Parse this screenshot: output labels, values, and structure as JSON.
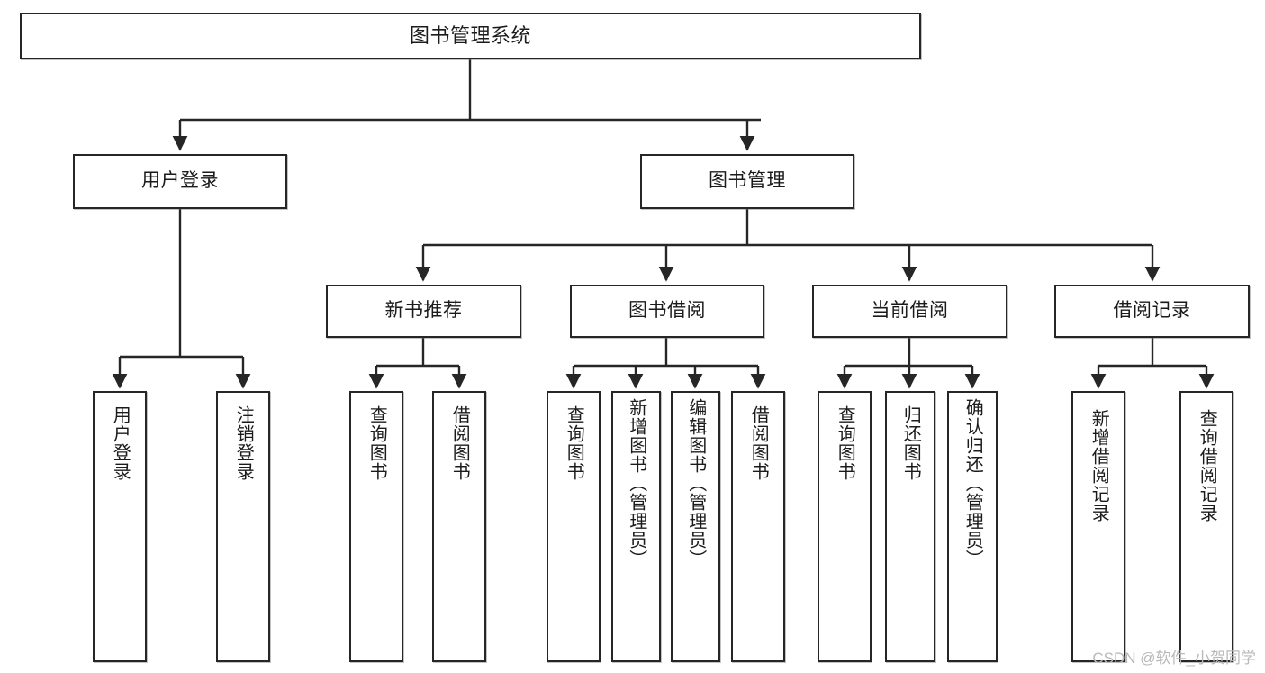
{
  "diagram": {
    "type": "tree-hierarchy-flowchart",
    "title": "图书管理系统",
    "colors": {
      "node_border": "#262626",
      "node_fill": "#ffffff",
      "edge": "#262626",
      "text": "#1b1b1b",
      "watermark": "#b9b9b9"
    },
    "nodes": {
      "root": {
        "label": "图书管理系统"
      },
      "level2": [
        {
          "id": "user-login",
          "label": "用户登录"
        },
        {
          "id": "book-manage",
          "label": "图书管理"
        }
      ],
      "level3": [
        {
          "id": "new-book-recommend",
          "label": "新书推荐"
        },
        {
          "id": "book-borrow",
          "label": "图书借阅"
        },
        {
          "id": "current-borrow",
          "label": "当前借阅"
        },
        {
          "id": "borrow-record",
          "label": "借阅记录"
        }
      ],
      "leaves": [
        {
          "id": "leaf-user-login",
          "label": "用户登录",
          "parent": "user-login"
        },
        {
          "id": "leaf-logout-login",
          "label": "注销登录",
          "parent": "user-login"
        },
        {
          "id": "leaf-query-book-1",
          "label": "查询图书",
          "parent": "new-book-recommend"
        },
        {
          "id": "leaf-borrow-book-1",
          "label": "借阅图书",
          "parent": "new-book-recommend"
        },
        {
          "id": "leaf-query-book-2",
          "label": "查询图书",
          "parent": "book-borrow"
        },
        {
          "id": "leaf-add-book",
          "label": "新增图书（管理员）",
          "parent": "book-borrow"
        },
        {
          "id": "leaf-edit-book",
          "label": "编辑图书（管理员）",
          "parent": "book-borrow"
        },
        {
          "id": "leaf-borrow-book-2",
          "label": "借阅图书",
          "parent": "book-borrow"
        },
        {
          "id": "leaf-query-book-3",
          "label": "查询图书",
          "parent": "current-borrow"
        },
        {
          "id": "leaf-return-book",
          "label": "归还图书",
          "parent": "current-borrow"
        },
        {
          "id": "leaf-confirm-return",
          "label": "确认归还（管理员）",
          "parent": "current-borrow"
        },
        {
          "id": "leaf-add-borrow-record",
          "label": "新增借阅记录",
          "parent": "borrow-record"
        },
        {
          "id": "leaf-query-borrow-record",
          "label": "查询借阅记录",
          "parent": "borrow-record"
        }
      ]
    },
    "watermark": "CSDN @软件_小贺同学"
  }
}
